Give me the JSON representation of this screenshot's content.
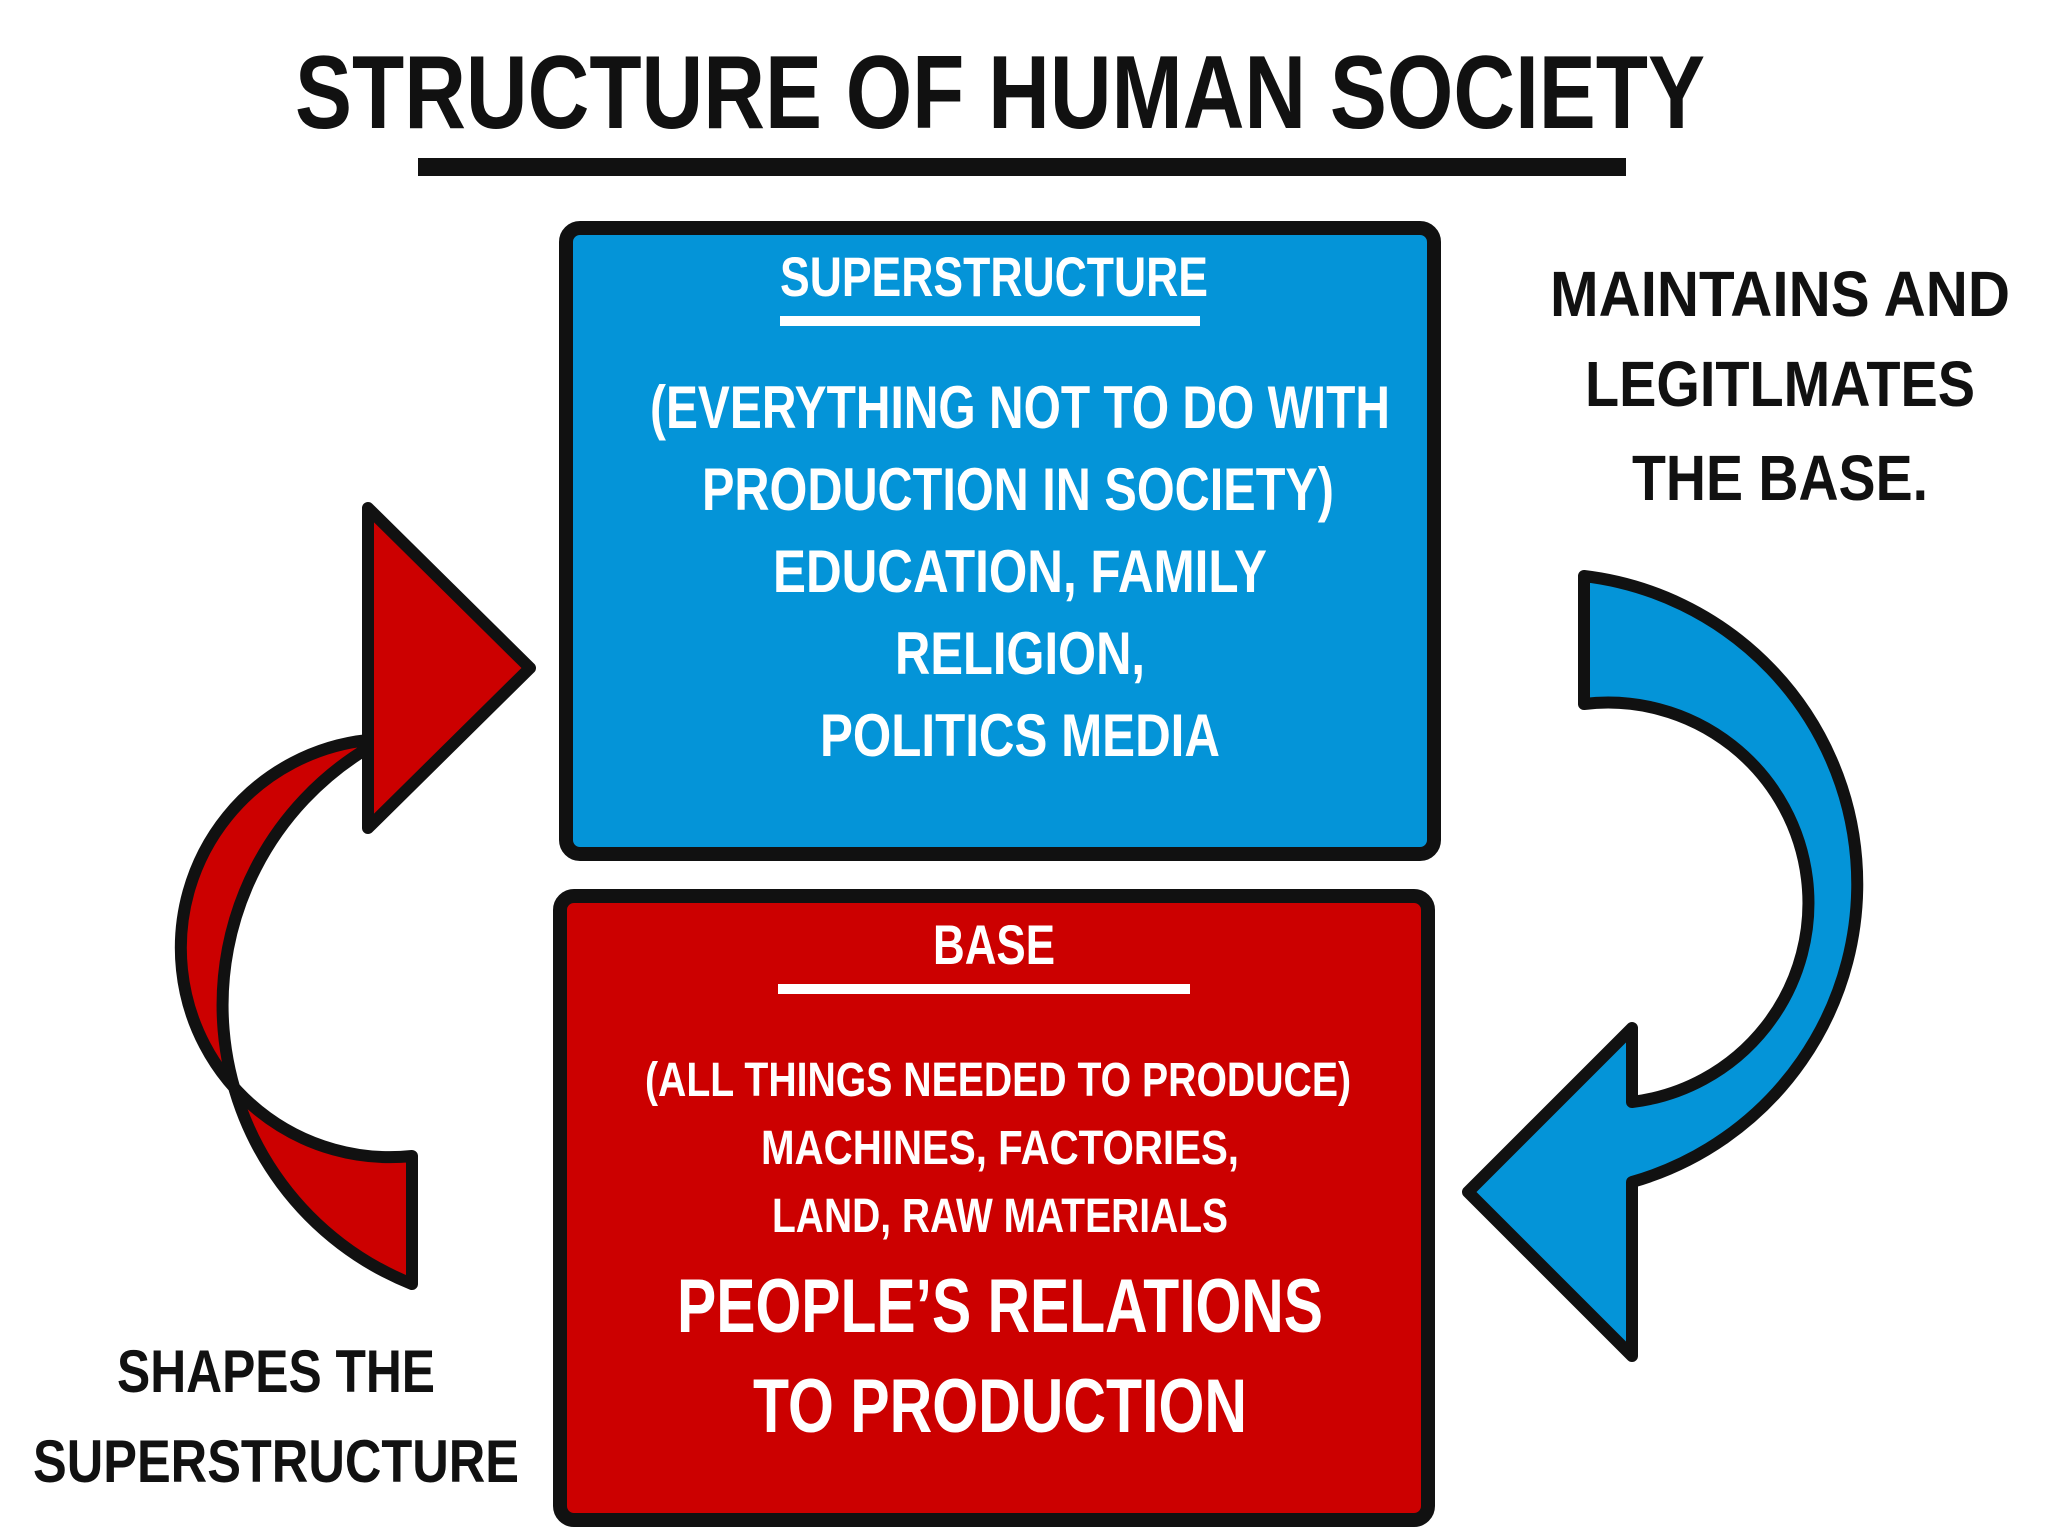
{
  "title": "STRUCTURE OF HUMAN SOCIETY",
  "superstructure": {
    "heading": "SUPERSTRUCTURE",
    "lines": [
      "(EVERYTHING NOT TO DO WITH",
      "PRODUCTION IN SOCIETY)",
      "EDUCATION, FAMILY",
      "RELIGION,",
      "POLITICS MEDIA"
    ],
    "color": "#0494d8"
  },
  "base": {
    "heading": "BASE",
    "lines": [
      "(ALL THINGS NEEDED TO PRODUCE)",
      "MACHINES, FACTORIES,",
      "LAND, RAW MATERIALS"
    ],
    "emphasis_lines": [
      "PEOPLE’S RELATIONS",
      "TO PRODUCTION"
    ],
    "color": "#cc0000"
  },
  "right_caption": {
    "lines": [
      "MAINTAINS AND",
      "LEGITLMATES",
      "THE BASE."
    ]
  },
  "left_caption": {
    "lines": [
      "SHAPES THE",
      "SUPERSTRUCTURE"
    ]
  },
  "arrows": {
    "left_arrow_color": "#cc0000",
    "right_arrow_color": "#0494d8"
  }
}
